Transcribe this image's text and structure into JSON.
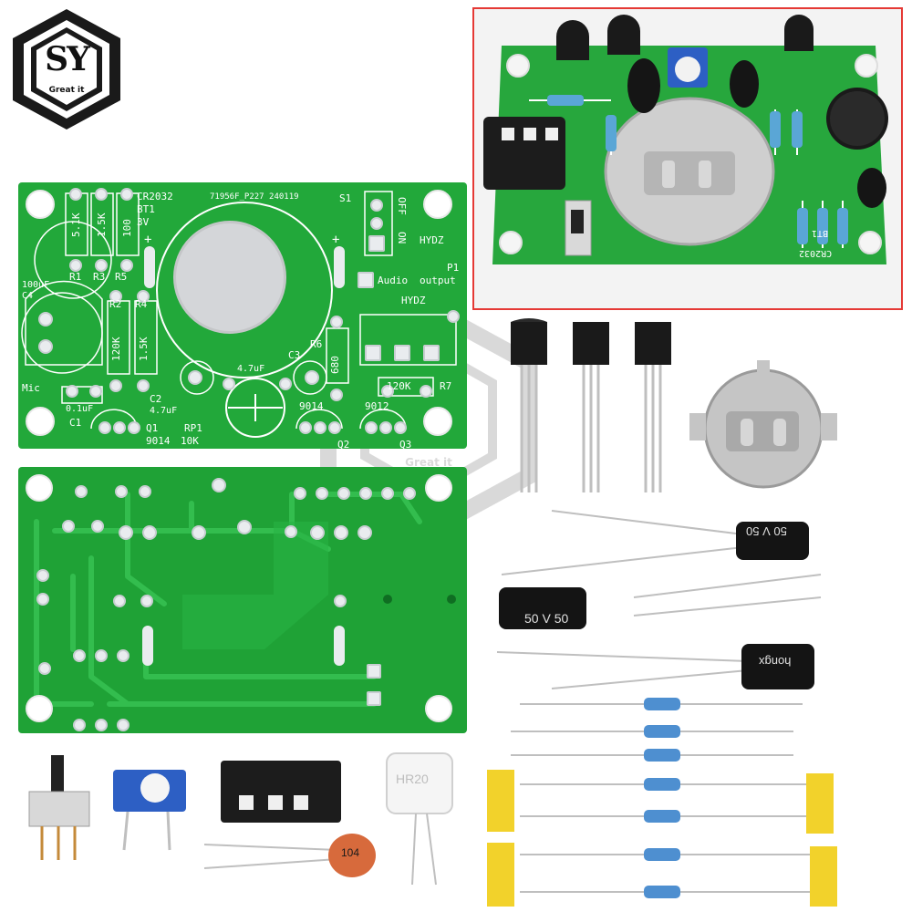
{
  "brand": {
    "letters": "SY",
    "tagline": "Great it"
  },
  "watermark": {
    "tagline": "Great it"
  },
  "pcb_front": {
    "battery_label": "CR2032",
    "bt_label": "BT1",
    "voltage": "3V",
    "board_code": "71956F_P227 240119",
    "switch_label": "S1",
    "off_label": "OFF",
    "on_label": "ON",
    "brand_code": "HYDZ",
    "brand_code2": "HYDZ",
    "port_label": "P1",
    "output_label": "output",
    "audio_label": "Audio",
    "r1": "5.1K",
    "r3": "1.5K",
    "r5": "100",
    "r1_ref": "R1",
    "r3_ref": "R3",
    "r5_ref": "R5",
    "c4_val": "100uF",
    "c4_ref": "C4",
    "r2_ref": "R2",
    "r4_ref": "R4",
    "r2_val": "120K",
    "r4_val": "1.5K",
    "mic_ref": "Mic",
    "c1_val": "0.1uF",
    "c1_ref": "C1",
    "c2_ref": "C2",
    "c2_val": "4.7uF",
    "c3_ref": "C3",
    "c3_val": "4.7uF",
    "r6_ref": "R6",
    "r6_val": "680",
    "r7_val": "120K",
    "r7_ref": "R7",
    "q1_ref": "Q1",
    "q1_part": "9014",
    "rp1_ref": "RP1",
    "rp1_val": "10K",
    "q2_part": "9014",
    "q2_ref": "Q2",
    "q3_part": "9012",
    "q3_ref": "Q3",
    "plus": "+"
  },
  "parts": {
    "cap_label_1": "50 V 50",
    "cap_label_2": "50 V 50",
    "cap_label_3": "hongx",
    "ceramic_code": "104",
    "mic_code": "HR20"
  },
  "inset": {
    "border_color": "#e53935",
    "label_cr": "CR2032",
    "label_bt": "BT1"
  },
  "colors": {
    "pcb_green": "#22a83a",
    "pad_silver": "#e9ecef",
    "inset_border": "#e53935"
  }
}
